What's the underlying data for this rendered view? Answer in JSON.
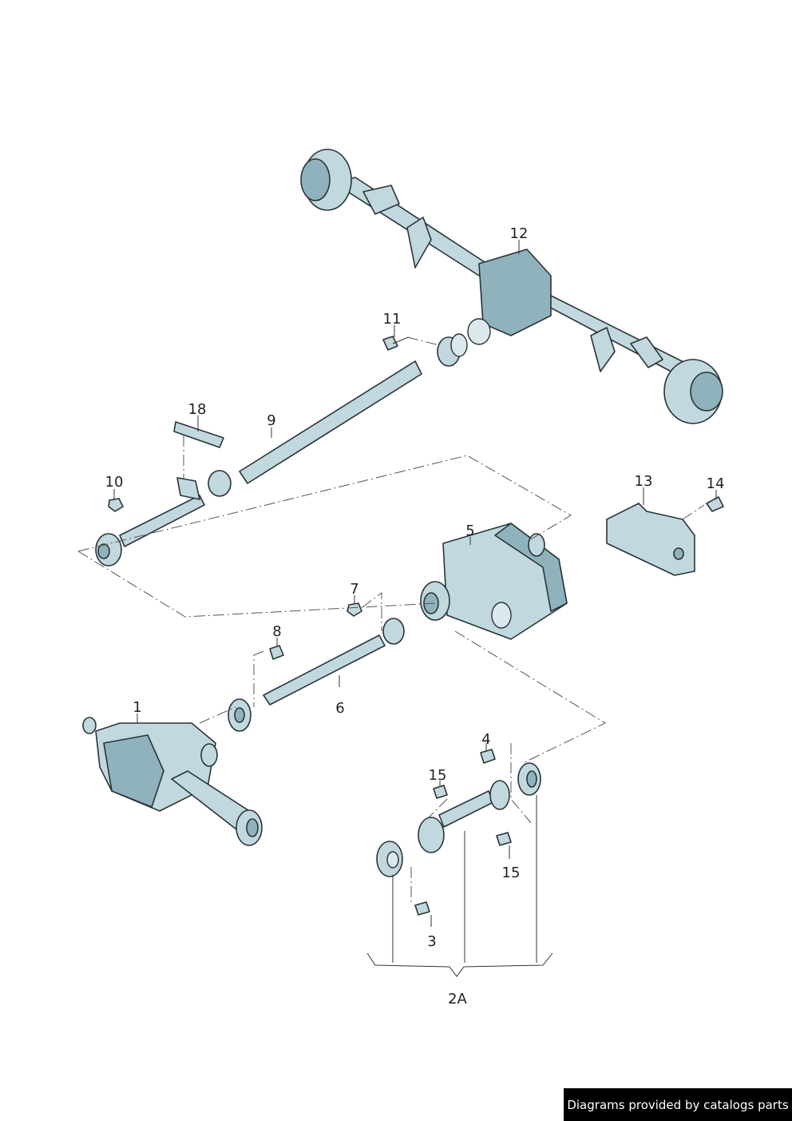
{
  "callouts": [
    {
      "id": "c12",
      "label": "12"
    },
    {
      "id": "c11",
      "label": "11"
    },
    {
      "id": "c18",
      "label": "18"
    },
    {
      "id": "c9",
      "label": "9"
    },
    {
      "id": "c10",
      "label": "10"
    },
    {
      "id": "c13",
      "label": "13"
    },
    {
      "id": "c14",
      "label": "14"
    },
    {
      "id": "c5",
      "label": "5"
    },
    {
      "id": "c7",
      "label": "7"
    },
    {
      "id": "c8",
      "label": "8"
    },
    {
      "id": "c6",
      "label": "6"
    },
    {
      "id": "c1",
      "label": "1"
    },
    {
      "id": "c4",
      "label": "4"
    },
    {
      "id": "c15a",
      "label": "15"
    },
    {
      "id": "c15b",
      "label": "15"
    },
    {
      "id": "c3",
      "label": "3"
    },
    {
      "id": "c2A",
      "label": "2A"
    }
  ],
  "footer": {
    "credit": "Diagrams provided by catalogs parts"
  },
  "colors": {
    "part_fill": "#c2d8df",
    "part_shade": "#8fb2bd",
    "outline": "#2a3438",
    "credit_bg": "#000000"
  }
}
